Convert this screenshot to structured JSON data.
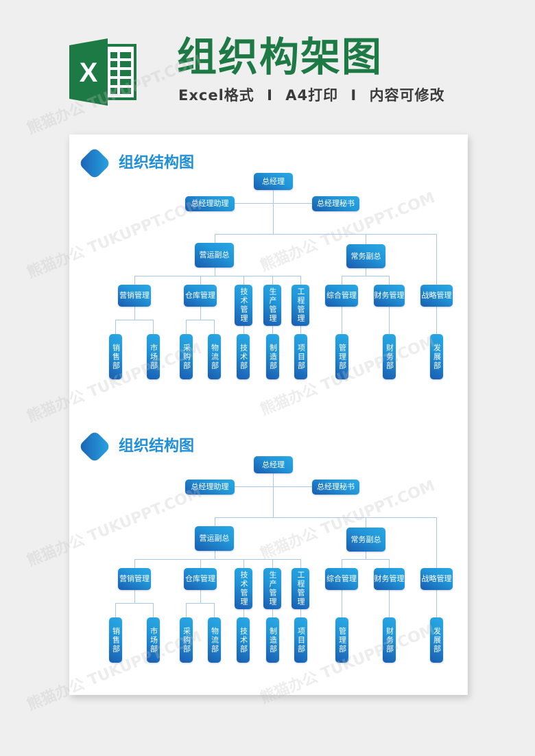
{
  "header": {
    "app_icon": "excel-icon",
    "app_icon_letter": "X",
    "title": "组织构架图",
    "subtitle_parts": [
      "Excel格式",
      "A4打印",
      "内容可修改"
    ],
    "subtitle_separator": "I"
  },
  "colors": {
    "title_green": "#1e7a45",
    "section_blue": "#1e8fd8",
    "node_dark": "#1a5cb0",
    "node_light": "#2aa8e4",
    "connector": "#a8c8ea",
    "page_bg": "#efefef"
  },
  "watermark": {
    "text": "熊猫办公 TUKUPPT.COM"
  },
  "charts": [
    {
      "section_title": "组织结构图",
      "root": "总经理",
      "assistants": [
        "总经理助理",
        "总经理秘书"
      ],
      "vps": [
        "营运副总",
        "常务副总"
      ],
      "managers": [
        "营销管理",
        "仓库管理",
        "技术管理",
        "生产管理",
        "工程管理",
        "综合管理",
        "财务管理",
        "战略管理"
      ],
      "departments": [
        "销售部",
        "市场部",
        "采购部",
        "物流部",
        "技术部",
        "制造部",
        "项目部",
        "管理部",
        "财务部",
        "发展部"
      ]
    },
    {
      "section_title": "组织结构图",
      "root": "总经理",
      "assistants": [
        "总经理助理",
        "总经理秘书"
      ],
      "vps": [
        "营运副总",
        "常务副总"
      ],
      "managers": [
        "营销管理",
        "仓库管理",
        "技术管理",
        "生产管理",
        "工程管理",
        "综合管理",
        "财务管理",
        "战略管理"
      ],
      "departments": [
        "销售部",
        "市场部",
        "采购部",
        "物流部",
        "技术部",
        "制造部",
        "项目部",
        "管理部",
        "财务部",
        "发展部"
      ]
    }
  ]
}
